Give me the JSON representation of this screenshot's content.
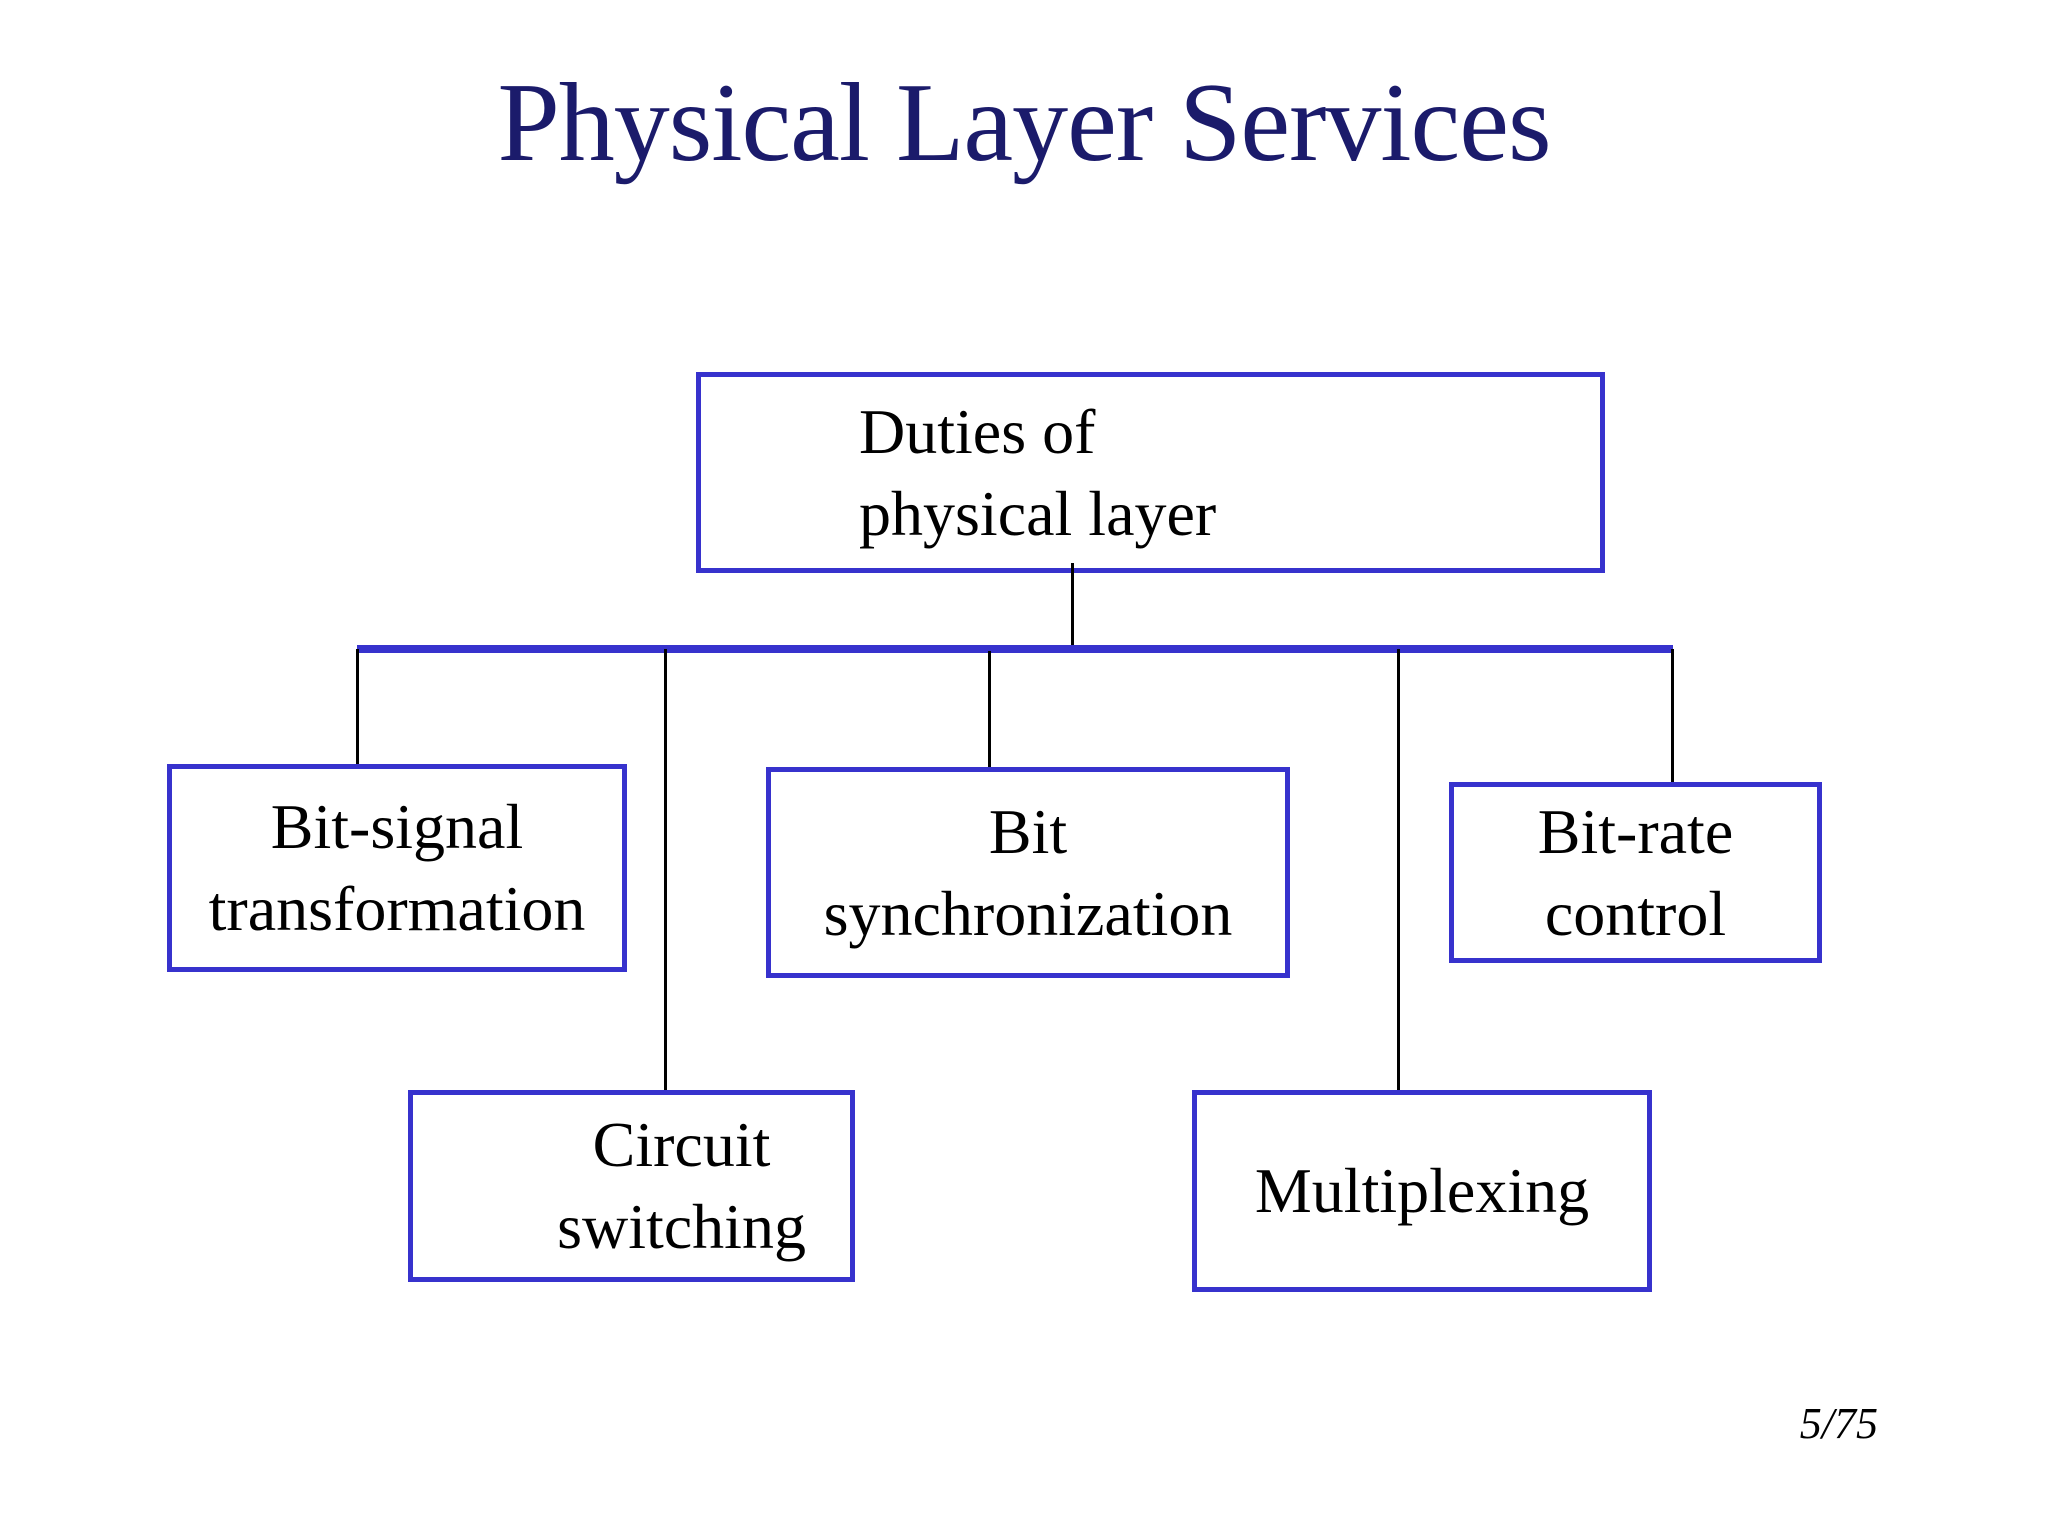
{
  "slide": {
    "title": "Physical Layer Services",
    "page_number": "5/75"
  },
  "colors": {
    "accent_blue": "#3732cd",
    "shadow_gray": "#8c8c8c",
    "title_navy": "#1b1b6b",
    "text_black": "#000000"
  },
  "diagram": {
    "root": {
      "lines": [
        "Duties of",
        "physical layer"
      ]
    },
    "children": [
      {
        "lines": [
          "Bit-signal",
          "transformation"
        ]
      },
      {
        "lines": [
          "Bit",
          "synchronization"
        ]
      },
      {
        "lines": [
          "Bit-rate",
          "control"
        ]
      },
      {
        "lines": [
          "Circuit",
          "switching"
        ]
      },
      {
        "lines": [
          "Multiplexing"
        ]
      }
    ]
  }
}
